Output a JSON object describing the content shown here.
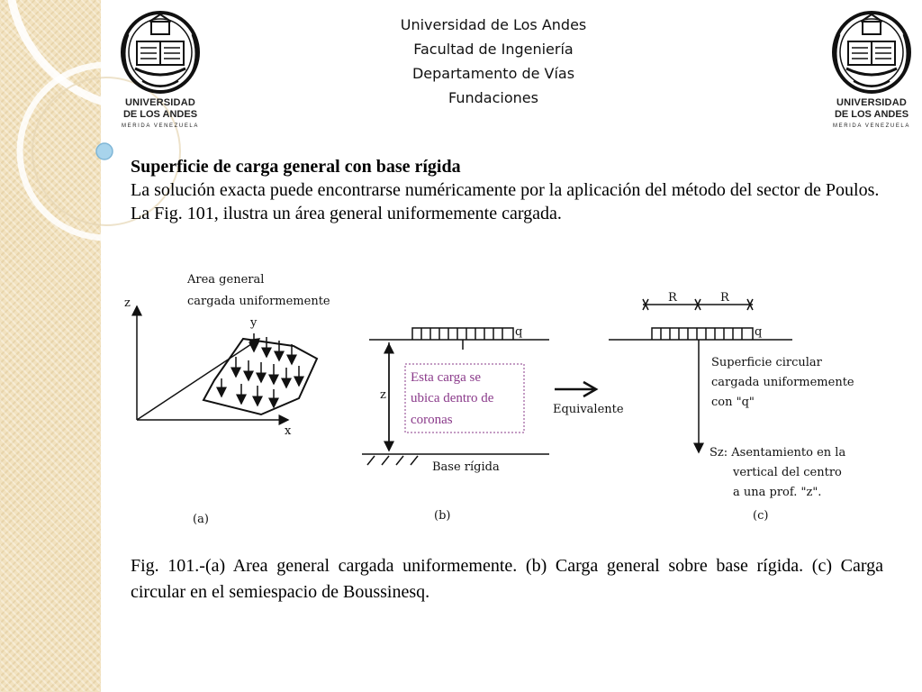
{
  "header": {
    "line1": "Universidad de Los Andes",
    "line2": "Facultad de Ingeniería",
    "line3": "Departamento de Vías",
    "line4": "Fundaciones"
  },
  "logo": {
    "name_line1": "UNIVERSIDAD",
    "name_line2": "DE LOS ANDES",
    "city": "MERIDA VENEZUELA"
  },
  "content": {
    "title": "Superficie de carga general con base rígida",
    "paragraph1": "La solución exacta puede encontrarse numéricamente por la aplicación del método del sector de Poulos.",
    "paragraph2": "La Fig. 101, ilustra un área general uniformemente cargada."
  },
  "figure": {
    "panel_a": {
      "label_line1": "Area general",
      "label_line2": "cargada uniformemente",
      "axis_z": "z",
      "axis_y": "y",
      "axis_x": "x",
      "tag": "(a)"
    },
    "panel_b": {
      "load": "q",
      "depth": "z",
      "note_line1": "Esta carga se",
      "note_line2": "ubica dentro de",
      "note_line3": "coronas",
      "base": "Base rígida",
      "tag": "(b)"
    },
    "arrow_label": "Equivalente",
    "panel_c": {
      "radius_left": "R",
      "radius_right": "R",
      "load": "q",
      "surface_line1": "Superficie circular",
      "surface_line2": "cargada uniformemente",
      "surface_line3": "con \"q\"",
      "sz_line1": "Sz: Asentamiento en la",
      "sz_line2": "vertical del centro",
      "sz_line3": "a una prof. \"z\".",
      "tag": "(c)"
    }
  },
  "caption": "Fig. 101.-(a)  Area general cargada uniformemente. (b) Carga general sobre base rígida. (c) Carga circular en el semiespacio de Boussinesq.",
  "colors": {
    "strip": "#f2e2bf",
    "note": "#8a3a8a",
    "bullet": "#a8d4ec"
  }
}
